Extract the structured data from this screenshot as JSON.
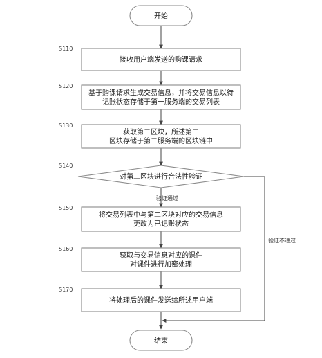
{
  "start": {
    "label": "开始"
  },
  "end": {
    "label": "结束"
  },
  "steps": [
    {
      "id": "S110",
      "lines": [
        "接收用户端发送的购课请求"
      ]
    },
    {
      "id": "S120",
      "lines": [
        "基于购课请求生成交易信息，并将交易信息以待",
        "记账状态存储于第一服务端的交易列表"
      ]
    },
    {
      "id": "S130",
      "lines": [
        "获取第二区块，所述第二",
        "区块存储于第二服务端的区块链中"
      ]
    },
    {
      "id": "S140",
      "lines": [
        "对第二区块进行合法性验证"
      ]
    },
    {
      "id": "S150",
      "lines": [
        "将交易列表中与第二区块对应的交易信息",
        "更改为已记账状态"
      ]
    },
    {
      "id": "S160",
      "lines": [
        "获取与交易信息对应的课件",
        "对课件进行加密处理"
      ]
    },
    {
      "id": "S170",
      "lines": [
        "将处理后的课件发送给所述用户端"
      ]
    }
  ],
  "edges": {
    "pass_label": "验证通过",
    "fail_label": "验证不通过"
  }
}
